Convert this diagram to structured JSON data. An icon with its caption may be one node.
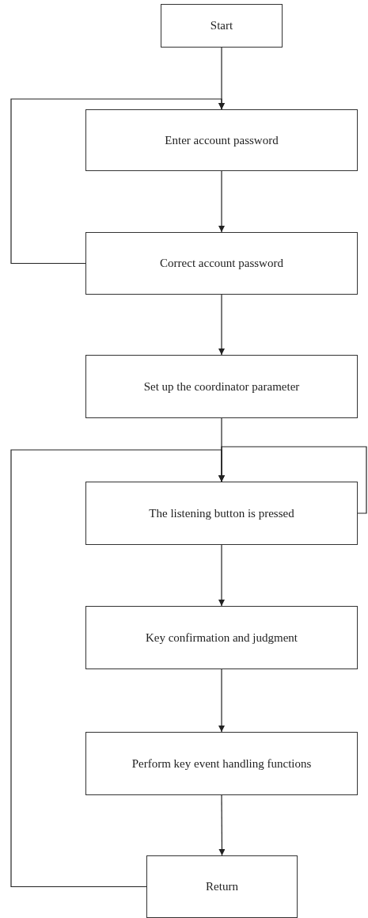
{
  "diagram": {
    "nodes": [
      {
        "text": [
          "Start"
        ]
      },
      {
        "text": [
          "Enter account password"
        ]
      },
      {
        "text": [
          "Correct account password"
        ]
      },
      {
        "text": [
          "Set up the coordinator parameter"
        ]
      },
      {
        "text": [
          "The listening button is pressed"
        ]
      },
      {
        "text": [
          "Key confirmation and judgment"
        ]
      },
      {
        "text": [
          "Perform key event handling functions"
        ]
      },
      {
        "text": [
          "Return"
        ]
      }
    ],
    "edges": [
      {
        "from": 0,
        "to": 1,
        "arrow": "to"
      },
      {
        "from": 1,
        "to": 2,
        "arrow": "to"
      },
      {
        "from": 2,
        "to": 1,
        "arrow": "to"
      },
      {
        "from": 2,
        "to": 3,
        "arrow": "to"
      },
      {
        "from": 3,
        "to": 4,
        "arrow": "to"
      },
      {
        "from": 4,
        "to": 4,
        "arrow": "to"
      },
      {
        "from": 4,
        "to": 5,
        "arrow": "to"
      },
      {
        "from": 5,
        "to": 6,
        "arrow": "to"
      },
      {
        "from": 6,
        "to": 7,
        "arrow": "to"
      },
      {
        "from": 7,
        "to": 4,
        "arrow": "to"
      }
    ]
  }
}
